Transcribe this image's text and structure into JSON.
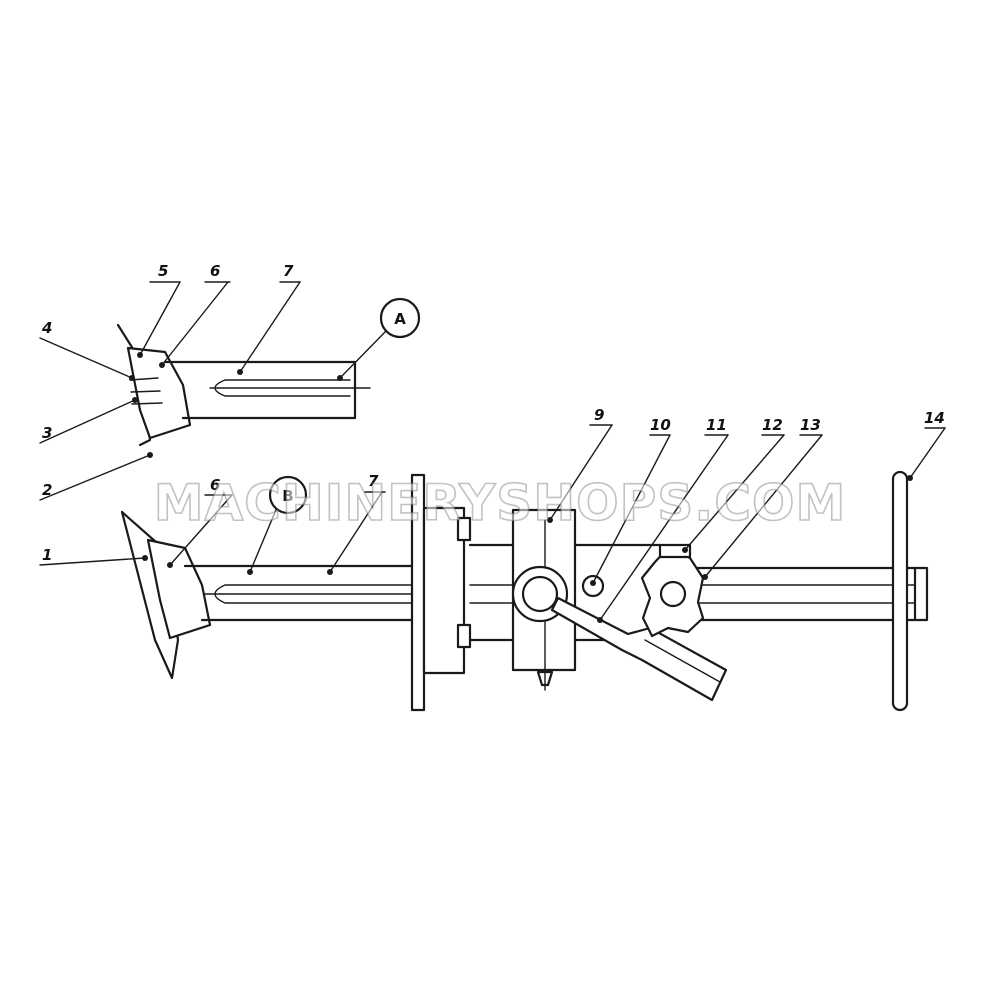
{
  "callouts": {
    "p1": "1",
    "p2": "2",
    "p3": "3",
    "p4": "4",
    "p5": "5",
    "p6a": "6",
    "p7a": "7",
    "p6b": "6",
    "p7b": "7",
    "p9": "9",
    "p10": "10",
    "p11": "11",
    "p12": "12",
    "p13": "13",
    "p14": "14"
  },
  "view_labels": {
    "a": "A",
    "b": "B"
  },
  "watermark": "MACHINERYSHOPS.COM"
}
